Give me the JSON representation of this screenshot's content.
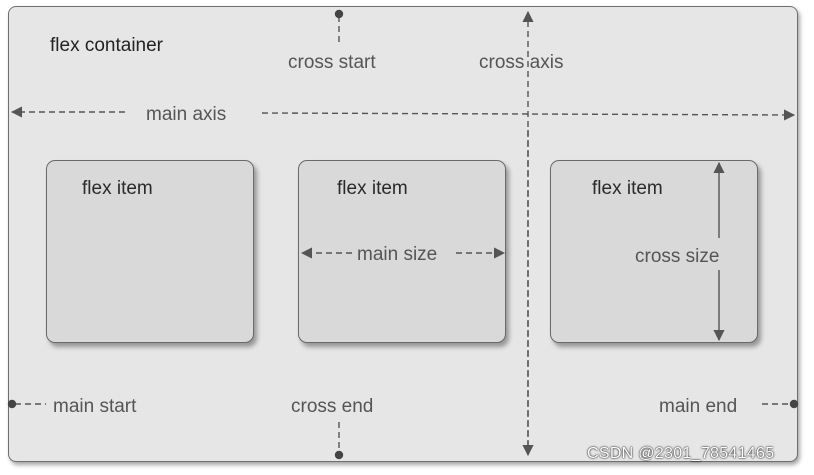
{
  "container": {
    "title": "flex container"
  },
  "axes": {
    "cross_start": "cross start",
    "cross_axis": "cross axis",
    "main_axis": "main axis",
    "main_start": "main start",
    "cross_end": "cross end",
    "main_end": "main end"
  },
  "items": [
    {
      "label": "flex item"
    },
    {
      "label": "flex item",
      "dimension_label": "main size"
    },
    {
      "label": "flex item",
      "dimension_label": "cross size"
    }
  ],
  "watermark": "CSDN @2301_78541465",
  "colors": {
    "container_fill": "#e6e6e6",
    "item_fill": "#d9d9d9",
    "line": "#555555"
  }
}
